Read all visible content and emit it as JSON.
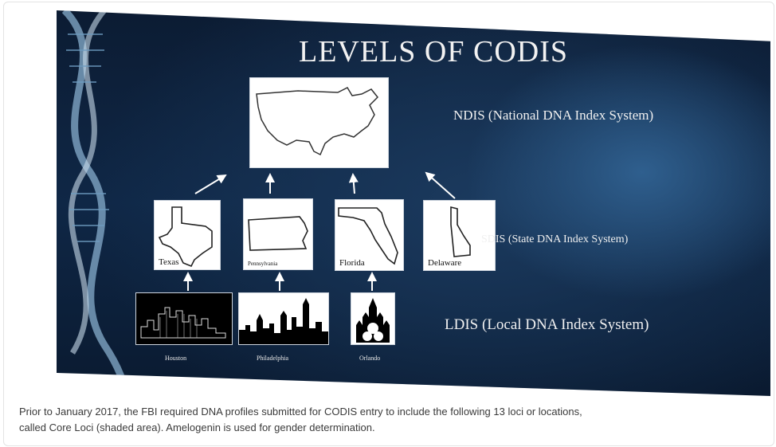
{
  "slide": {
    "title": "LEVELS OF CODIS",
    "levels": {
      "ndis": "NDIS (National DNA Index System)",
      "sdis": "SDIS (State DNA Index System)",
      "ldis": "LDIS (Local DNA Index System)"
    },
    "states": [
      "Texas",
      "Pennsylvania",
      "Florida",
      "Delaware"
    ],
    "cities": [
      "Houston",
      "Philadelphia",
      "Orlando"
    ],
    "background_color": "#0f2746",
    "text_color": "#f0f0f0"
  },
  "caption": {
    "line1": "Prior to January 2017, the FBI required DNA profiles submitted for CODIS entry to include the following 13 loci or locations,",
    "line2": "called Core Loci (shaded area). Amelogenin is used for gender determination."
  }
}
